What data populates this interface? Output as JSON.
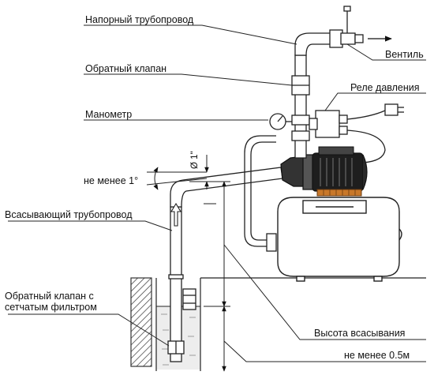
{
  "labels": {
    "pressure_pipe": "Напорный трубопровод",
    "check_valve": "Обратный клапан",
    "valve": "Вентиль",
    "pressure_switch": "Реле давления",
    "manometer": "Манометр",
    "angle": "не менее 1°",
    "diameter": "Ø 1\"",
    "suction_pipe": "Всасывающий трубопровод",
    "check_valve_filter": "Обратный клапан с сетчатым фильтром",
    "suction_height": "Высота всасывания",
    "min_depth": "не менее 0.5м"
  },
  "colors": {
    "line": "#222222",
    "pump_body": "#1e1e1e",
    "tank_fill": "#ffffff",
    "flange": "#c8782a",
    "water": "#e8e8e8"
  }
}
